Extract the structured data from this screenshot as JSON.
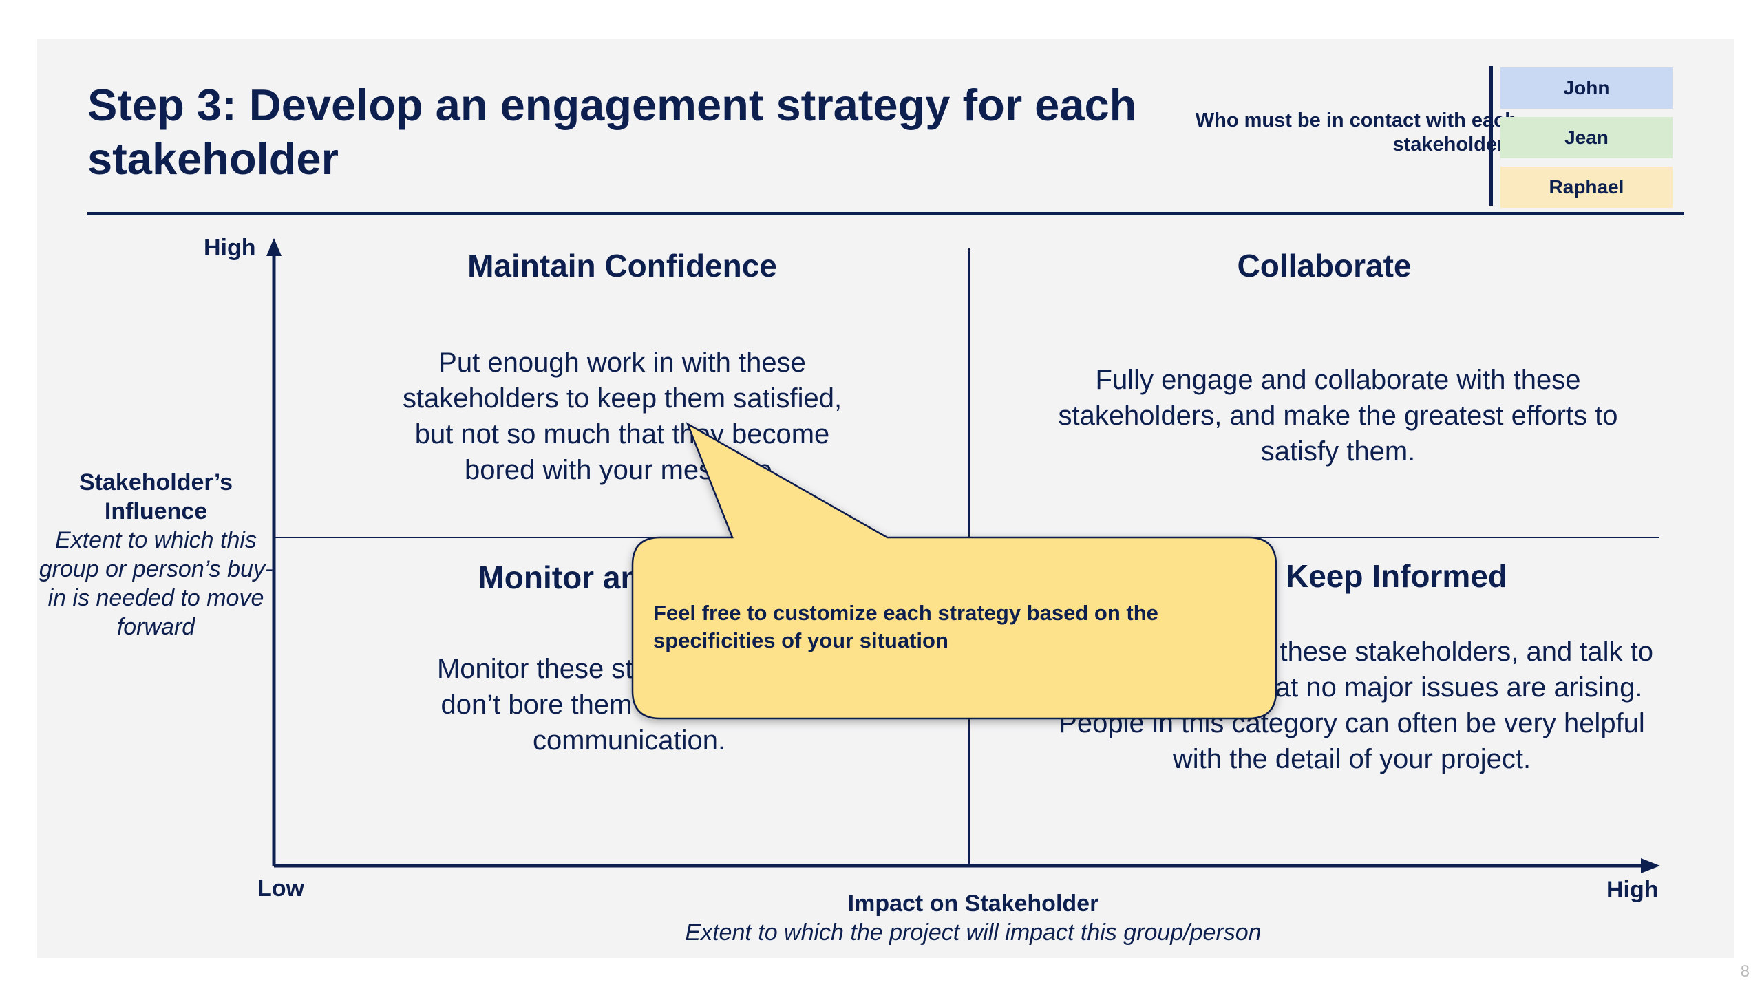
{
  "title": "Step 3: Develop an engagement strategy for each stakeholder",
  "contact": {
    "question": "Who must be in contact with each stakeholder?",
    "people": [
      {
        "name": "John",
        "color": "#c9d9f4"
      },
      {
        "name": "Jean",
        "color": "#d6ebcf"
      },
      {
        "name": "Raphael",
        "color": "#fbe9bf"
      }
    ]
  },
  "y_axis": {
    "high": "High",
    "title": "Stakeholder’s Influence",
    "subtitle": "Extent to which this group or person’s buy-in is needed to move forward"
  },
  "x_axis": {
    "low": "Low",
    "high": "High",
    "title": "Impact on Stakeholder",
    "subtitle": "Extent to which the project will impact this group/person"
  },
  "quadrants": {
    "top_left": {
      "title": "Maintain Confidence",
      "body": "Put enough work in with these stakeholders to keep them satisfied, but not so much that they become bored with your message."
    },
    "top_right": {
      "title": "Collaborate",
      "body": "Fully engage and collaborate with these stakeholders, and make the greatest efforts to satisfy them."
    },
    "bottom_left": {
      "title": "Monitor and Inform",
      "body": "Monitor these stakeholders, but don’t bore them with excessive communication."
    },
    "bottom_right": {
      "title": "Keep Informed",
      "body": "Adequately inform these stakeholders, and talk to them to ensure that no major issues are arising. People in this category can often be very helpful with the detail of your project."
    }
  },
  "callout": {
    "text": "Feel free to customize each strategy based on the specificities of your situation",
    "color": "#fde18b"
  },
  "page_number": "8",
  "colors": {
    "navy": "#0d1f4e",
    "background": "#f3f3f4"
  }
}
